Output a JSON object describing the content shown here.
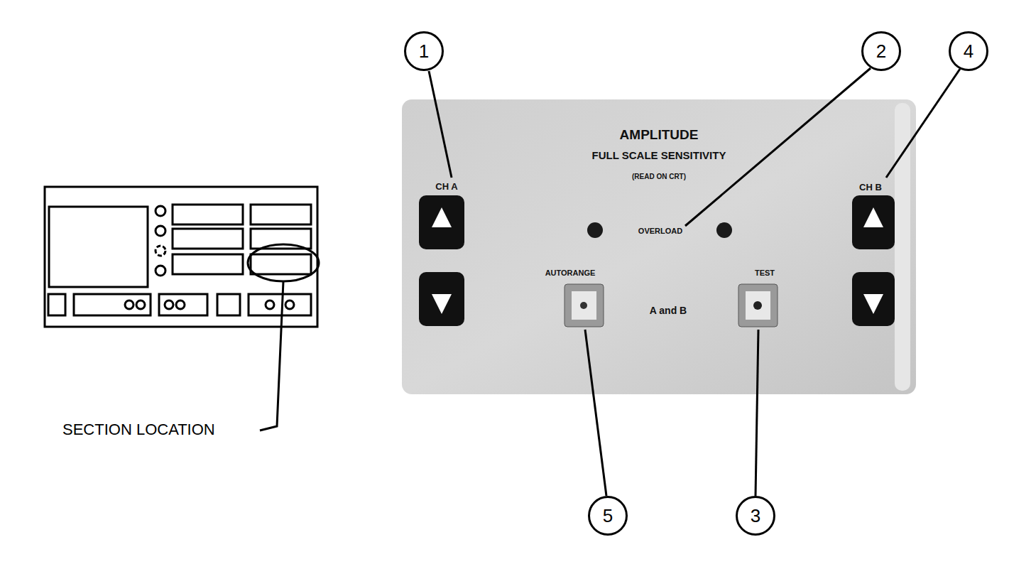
{
  "diagram": {
    "nodes": [
      {
        "text": [
          "1"
        ]
      },
      {
        "text": [
          "2"
        ]
      },
      {
        "text": [
          "4"
        ]
      },
      {
        "text": [
          "5"
        ]
      },
      {
        "text": [
          "3"
        ]
      },
      {
        "text": [
          "AMPLITUDE",
          "FULL SCALE SENSITIVITY",
          "(READ ON CRT)",
          "CH A",
          "OVERLOAD",
          "CH B",
          "AUTORANGE",
          "A and B",
          "TEST"
        ]
      }
    ],
    "labels": [
      "SECTION LOCATION"
    ]
  }
}
